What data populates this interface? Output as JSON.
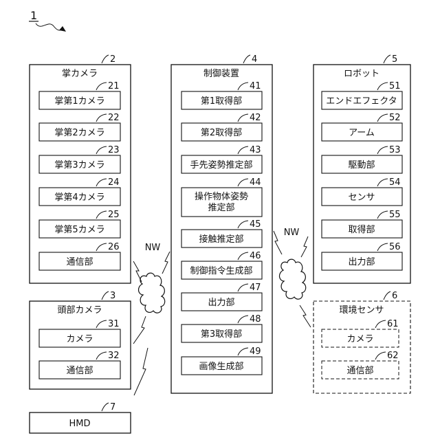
{
  "system_ref": "1",
  "network_label": "NW",
  "palm_camera": {
    "ref": "2",
    "title": "掌カメラ",
    "items": [
      {
        "ref": "21",
        "label": "掌第1カメラ"
      },
      {
        "ref": "22",
        "label": "掌第2カメラ"
      },
      {
        "ref": "23",
        "label": "掌第3カメラ"
      },
      {
        "ref": "24",
        "label": "掌第4カメラ"
      },
      {
        "ref": "25",
        "label": "掌第5カメラ"
      },
      {
        "ref": "26",
        "label": "通信部"
      }
    ]
  },
  "head_camera": {
    "ref": "3",
    "title": "頭部カメラ",
    "items": [
      {
        "ref": "31",
        "label": "カメラ"
      },
      {
        "ref": "32",
        "label": "通信部"
      }
    ]
  },
  "controller": {
    "ref": "4",
    "title": "制御装置",
    "items": [
      {
        "ref": "41",
        "label": "第1取得部"
      },
      {
        "ref": "42",
        "label": "第2取得部"
      },
      {
        "ref": "43",
        "label": "手先姿勢推定部"
      },
      {
        "ref": "44",
        "label": "操作物体姿勢",
        "label2": "推定部"
      },
      {
        "ref": "45",
        "label": "接触推定部"
      },
      {
        "ref": "46",
        "label": "制御指令生成部"
      },
      {
        "ref": "47",
        "label": "出力部"
      },
      {
        "ref": "48",
        "label": "第3取得部"
      },
      {
        "ref": "49",
        "label": "画像生成部"
      }
    ]
  },
  "robot": {
    "ref": "5",
    "title": "ロボット",
    "items": [
      {
        "ref": "51",
        "label": "エンドエフェクタ"
      },
      {
        "ref": "52",
        "label": "アーム"
      },
      {
        "ref": "53",
        "label": "駆動部"
      },
      {
        "ref": "54",
        "label": "センサ"
      },
      {
        "ref": "55",
        "label": "取得部"
      },
      {
        "ref": "56",
        "label": "出力部"
      }
    ]
  },
  "env_sensor": {
    "ref": "6",
    "title": "環境センサ",
    "items": [
      {
        "ref": "61",
        "label": "カメラ"
      },
      {
        "ref": "62",
        "label": "通信部"
      }
    ]
  },
  "hmd": {
    "ref": "7",
    "label": "HMD"
  }
}
